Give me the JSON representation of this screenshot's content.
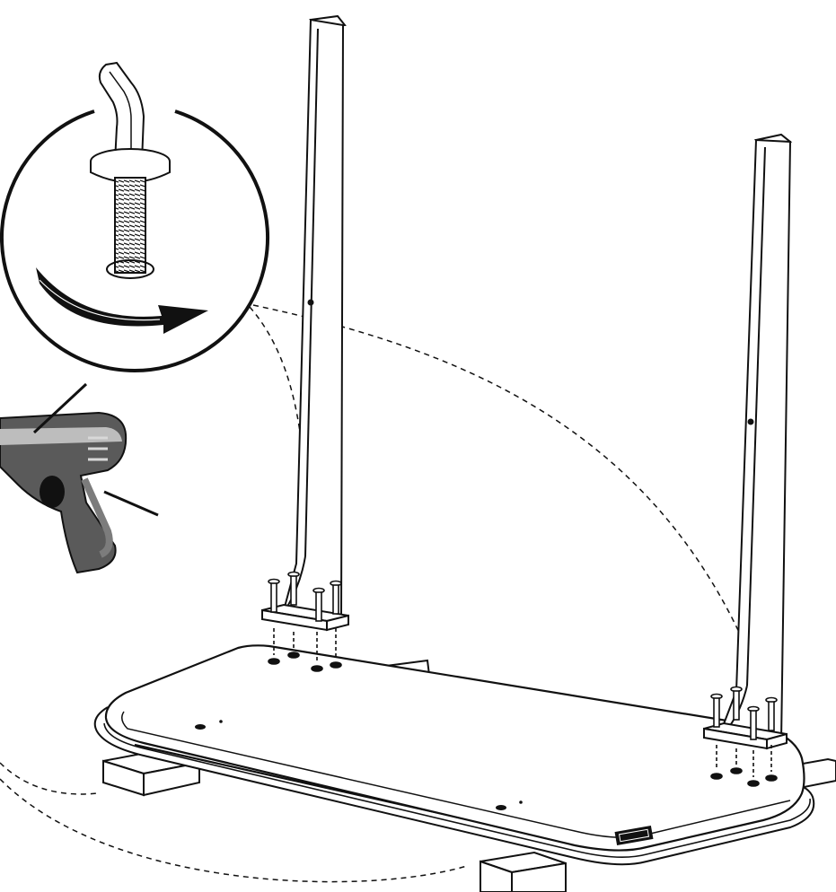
{
  "figure": {
    "kind": "assembly-instruction",
    "colors": {
      "line": "#111111",
      "background": "#ffffff",
      "drill_dark": "#5a5a5a",
      "drill_mid": "#7c7c7c",
      "drill_light": "#bdbdbd",
      "fill_black": "#111111"
    },
    "icons": [
      "bolt-detail-icon",
      "rotate-clockwise-arrow-icon",
      "power-drill-icon"
    ],
    "parts": {
      "legs": 2,
      "bolts_per_leg": 4,
      "tabletop_label": ""
    }
  }
}
